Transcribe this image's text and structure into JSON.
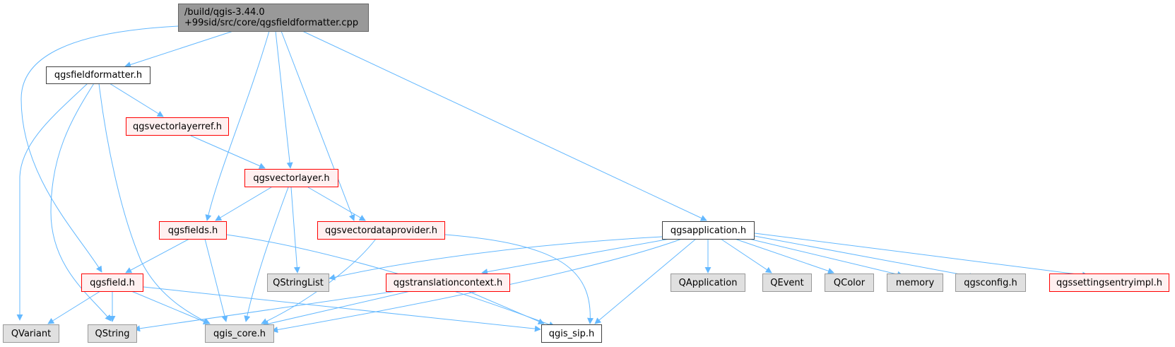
{
  "diagram": {
    "colors": {
      "edge": "#63b8ff",
      "root_fill": "#999999",
      "node_border": "#404040",
      "red_border": "#ff0000",
      "red_fill": "#fff0f0",
      "ext_fill": "#e0e0e0",
      "ext_border": "#999999"
    },
    "nodes": {
      "root": {
        "line1": "/build/qgis-3.44.0",
        "line2": "+99sid/src/core/qgsfieldformatter.cpp"
      },
      "qgsfieldformatter_h": "qgsfieldformatter.h",
      "qgsvectorlayerref_h": "qgsvectorlayerref.h",
      "qgsvectorlayer_h": "qgsvectorlayer.h",
      "qgsfields_h": "qgsfields.h",
      "qgsvectordataprovider_h": "qgsvectordataprovider.h",
      "qgsapplication_h": "qgsapplication.h",
      "qgsfield_h": "qgsfield.h",
      "qstringlist": "QStringList",
      "qgstranslationcontext_h": "qgstranslationcontext.h",
      "qapplication": "QApplication",
      "qevent": "QEvent",
      "qcolor": "QColor",
      "memory": "memory",
      "qgsconfig_h": "qgsconfig.h",
      "qgssettingsentryimpl_h": "qgssettingsentryimpl.h",
      "qvariant": "QVariant",
      "qstring": "QString",
      "qgis_core_h": "qgis_core.h",
      "qgis_sip_h": "qgis_sip.h"
    }
  }
}
